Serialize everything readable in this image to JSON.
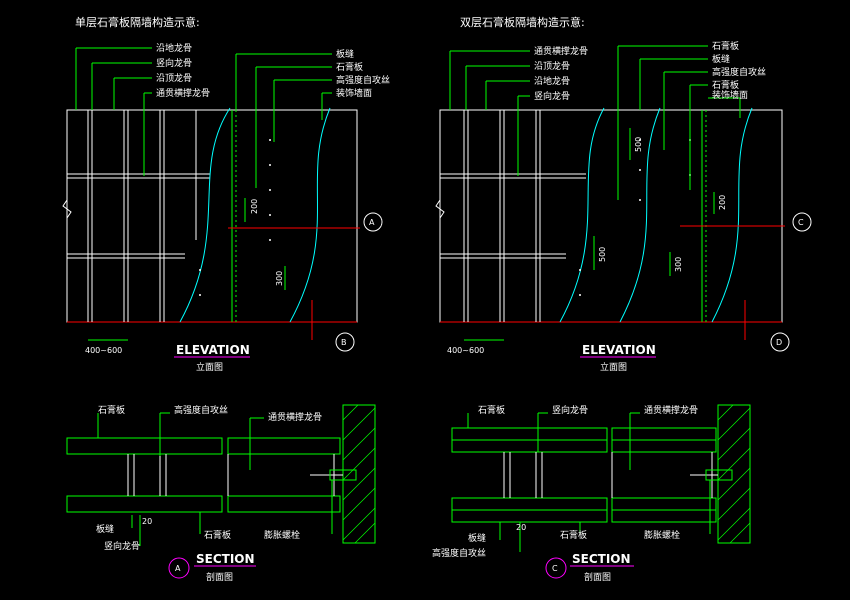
{
  "left": {
    "title": "单层石膏板隔墙构造示意:",
    "callouts_left": [
      "沿地龙骨",
      "竖向龙骨",
      "沿顶龙骨",
      "通贯横撑龙骨"
    ],
    "callouts_right": [
      "板缝",
      "石膏板",
      "高强度自攻丝",
      "装饰墙面"
    ],
    "dims": [
      "200",
      "300"
    ],
    "spacing": "400~600",
    "elevation_en": "ELEVATION",
    "elevation_cn": "立面图",
    "marker_a": "A",
    "marker_b": "B",
    "section": {
      "top_labels": [
        "石膏板",
        "高强度自攻丝",
        "通贯横撑龙骨"
      ],
      "bottom_labels": [
        "板缝",
        "竖向龙骨",
        "石膏板",
        "膨胀螺栓"
      ],
      "dim": "20",
      "marker": "A",
      "title_en": "SECTION",
      "title_cn": "剖面图"
    }
  },
  "right": {
    "title": "双层石膏板隔墙构造示意:",
    "callouts_left": [
      "通贯横撑龙骨",
      "沿顶龙骨",
      "沿地龙骨",
      "竖向龙骨"
    ],
    "callouts_right": [
      "石膏板",
      "板缝",
      "高强度自攻丝",
      "石膏板",
      "装饰墙面"
    ],
    "dims": [
      "500",
      "500",
      "300",
      "200"
    ],
    "spacing": "400~600",
    "elevation_en": "ELEVATION",
    "elevation_cn": "立面图",
    "marker_c": "C",
    "marker_d": "D",
    "section": {
      "top_labels": [
        "石膏板",
        "竖向龙骨",
        "通贯横撑龙骨"
      ],
      "bottom_labels": [
        "板缝",
        "石膏板",
        "高强度自攻丝",
        "膨胀螺栓"
      ],
      "dim": "20",
      "marker": "C",
      "title_en": "SECTION",
      "title_cn": "剖面图"
    }
  },
  "colors": {
    "background": "#000000",
    "gypsum": "#00ff00",
    "frame": "#ffffff",
    "wall_finish": "#00ffff",
    "cut_line": "#ff0000",
    "title_underline": "#ff00ff"
  }
}
